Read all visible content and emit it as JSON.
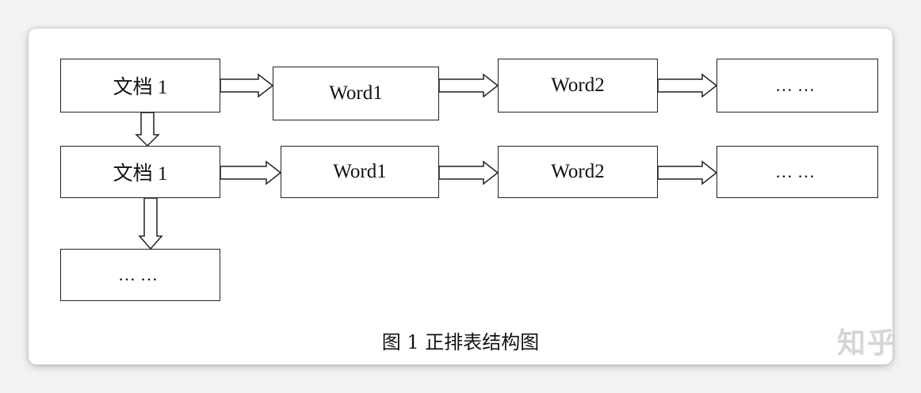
{
  "diagram": {
    "row1": {
      "doc": "文档 1",
      "word1": "Word1",
      "word2": "Word2",
      "more": "……"
    },
    "row2": {
      "doc": "文档 1",
      "word1": "Word1",
      "word2": "Word2",
      "more": "……"
    },
    "row3": {
      "more": "……"
    }
  },
  "caption": "图 1 正排表结构图",
  "watermark": "知乎",
  "colors": {
    "stroke": "#222222",
    "background": "#ffffff",
    "page": "#f2f2f2"
  }
}
